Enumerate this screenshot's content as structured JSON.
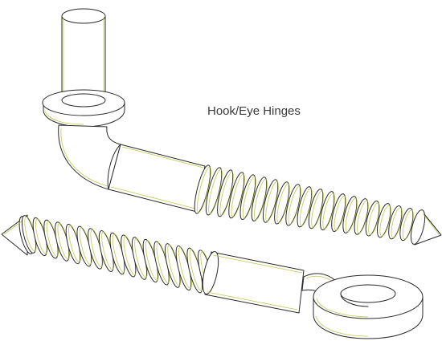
{
  "figure": {
    "title": "Hook/Eye Hinges",
    "parts": [
      "hook-pin",
      "eye-bolt"
    ]
  },
  "colors": {
    "outline": "#2a2a2a",
    "highlight": "#b9c23a",
    "background": "#ffffff"
  }
}
